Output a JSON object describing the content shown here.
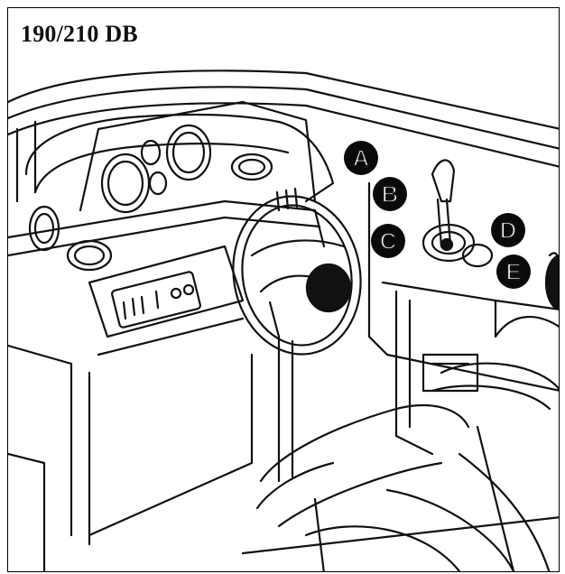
{
  "header": {
    "title": "190/210 DB"
  },
  "callouts": [
    {
      "letter": "A"
    },
    {
      "letter": "B"
    },
    {
      "letter": "C"
    },
    {
      "letter": "D"
    },
    {
      "letter": "E"
    }
  ],
  "colors": {
    "ink": "#111111",
    "paper": "#ffffff",
    "callout_fill": "#0a0a0a"
  }
}
